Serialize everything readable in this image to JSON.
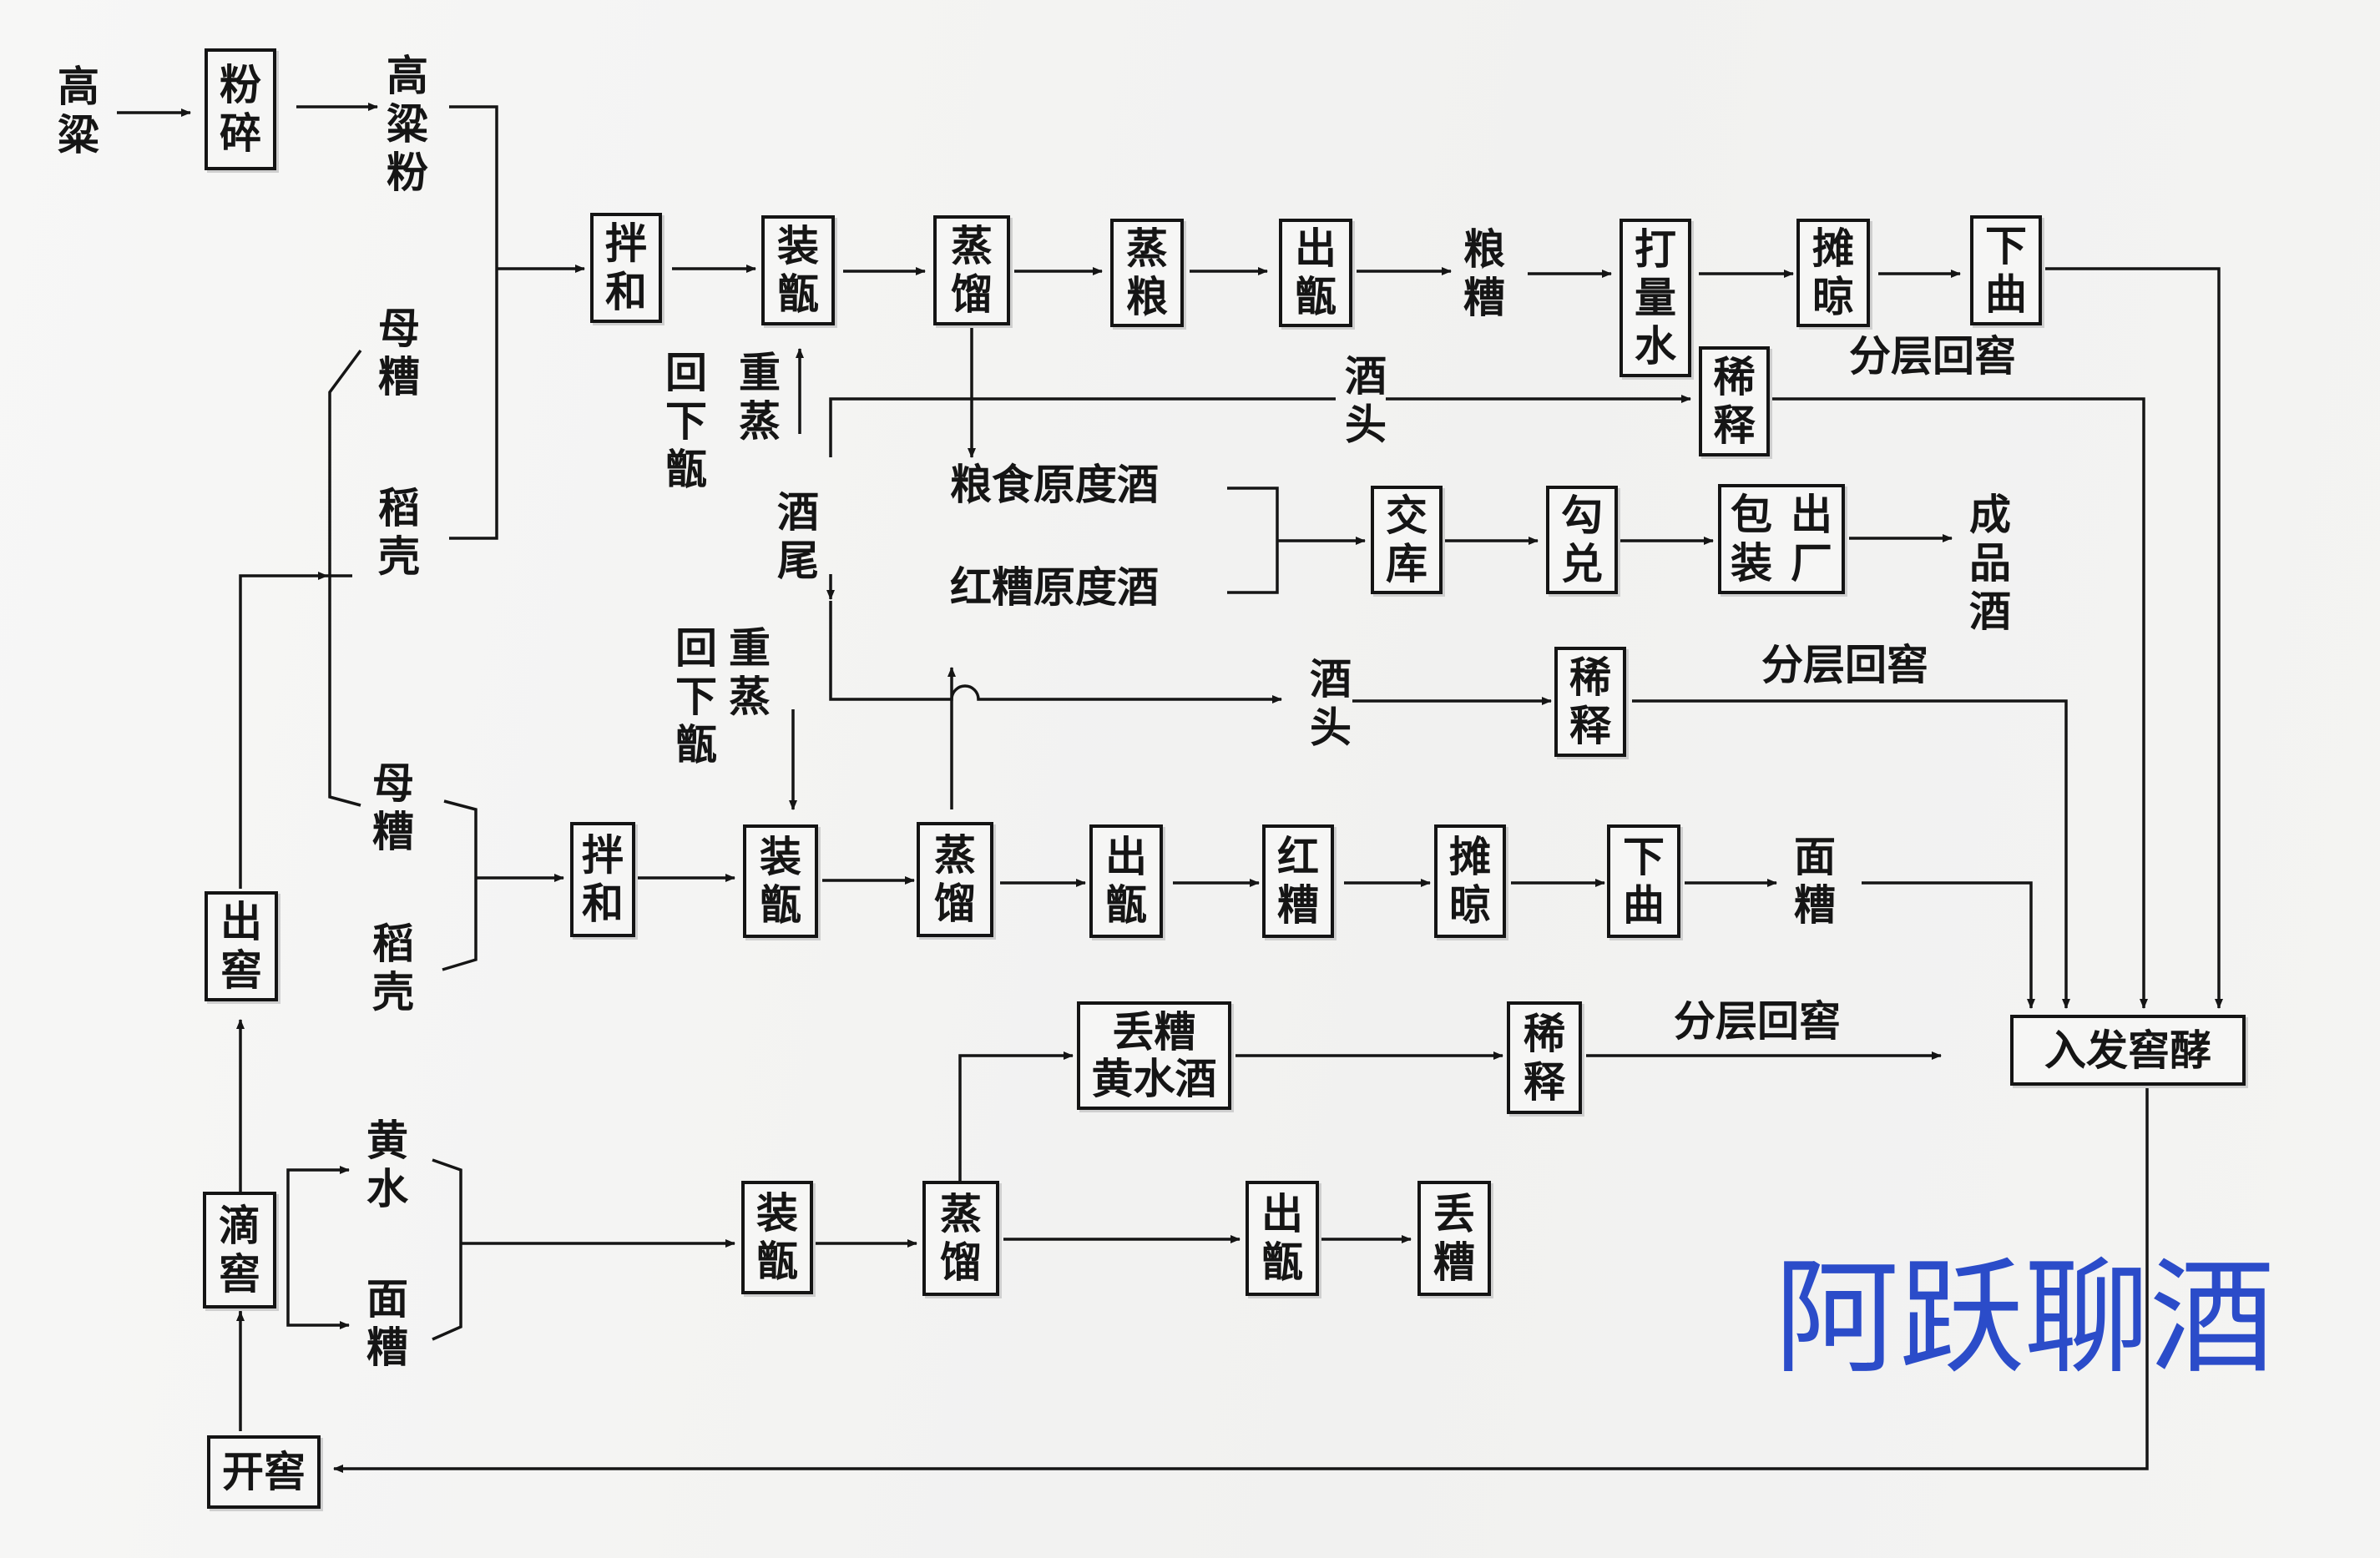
{
  "watermark": "阿跃聊酒",
  "boxes": {
    "fensui": "粉碎",
    "banhe1": "拌和",
    "zhuangzeng1": "装甑",
    "zhengliu1": "蒸馏",
    "zhengliang": "蒸粮",
    "chuzeng1": "出甑",
    "daliangshui": "打量水",
    "tanliang1": "摊晾",
    "xiaqu1": "下曲",
    "xishi1": "稀释",
    "jiaoku": "交库",
    "goudui": "勾兑",
    "baozhuang": "包装",
    "chuchang": "出厂",
    "xishi2": "稀释",
    "banhe2": "拌和",
    "zhuangzeng2": "装甑",
    "zhengliu2": "蒸馏",
    "chuzeng2": "出甑",
    "hongzao": "红糟",
    "tanliang2": "摊晾",
    "xiaqu2": "下曲",
    "diuzao_huangshuijiu": "丢糟\n黄水酒",
    "xishi3": "稀释",
    "zhuangzeng3": "装甑",
    "zhengliu3": "蒸馏",
    "chuzeng3": "出甑",
    "diuzao": "丢糟",
    "rufajiaojiao": "入发窖酵",
    "chujiao": "出窖",
    "dijiao": "滴窖",
    "kaijiao": "开窖"
  },
  "labels": {
    "gaoliang": "高粱",
    "gaoliangfen": "高粱粉",
    "muzao1": "母糟",
    "daoke1": "稻壳",
    "liangzao": "粮糟",
    "jiutou1": "酒头",
    "fenceng_huijiao1": "分层回窖",
    "huixiazeng1": "回下甑",
    "chongzheng1": "重蒸",
    "jiuwei": "酒尾",
    "liangshi_yuandujiu": "粮食原度酒",
    "hongzao_yuandujiu": "红糟原度酒",
    "chengpinjiu": "成品酒",
    "huixiazeng2": "回下甑",
    "chongzheng2": "重蒸",
    "jiutou2": "酒头",
    "fenceng_huijiao2": "分层回窖",
    "muzao2": "母糟",
    "daoke2": "稻壳",
    "mianzao1": "面糟",
    "fenceng_huijiao3": "分层回窖",
    "huangshui": "黄水",
    "mianzao2": "面糟"
  }
}
